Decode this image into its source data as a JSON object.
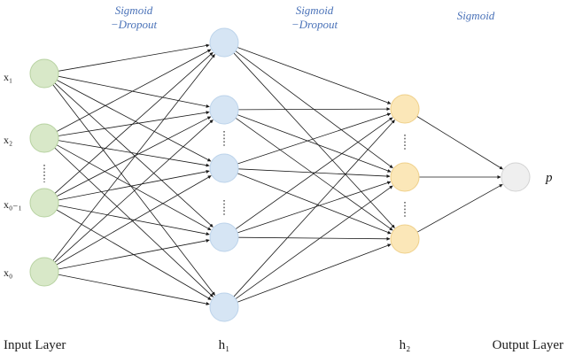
{
  "layers": {
    "input": {
      "label": "Input Layer",
      "node_color": "#d8e8c8",
      "node_stroke": "#b7d2a1"
    },
    "hidden1": {
      "label": "h₁",
      "node_color": "#d6e5f4",
      "node_stroke": "#bcd3ea"
    },
    "hidden2": {
      "label": "h₂",
      "node_color": "#fbe7b8",
      "node_stroke": "#efd08a"
    },
    "output": {
      "label": "Output Layer",
      "node_color": "#efefef",
      "node_stroke": "#d3d3d3"
    }
  },
  "activations": {
    "a1_line1": "Sigmoid",
    "a1_line2": "−Dropout",
    "a2_line1": "Sigmoid",
    "a2_line2": "−Dropout",
    "a3": "Sigmoid"
  },
  "input_nodes": [
    "x₁",
    "x₂",
    "x₀₋₁",
    "x₀"
  ],
  "output_symbol": "p",
  "colors": {
    "accent_text": "#4a72b8",
    "edge": "#1a1a1a"
  }
}
